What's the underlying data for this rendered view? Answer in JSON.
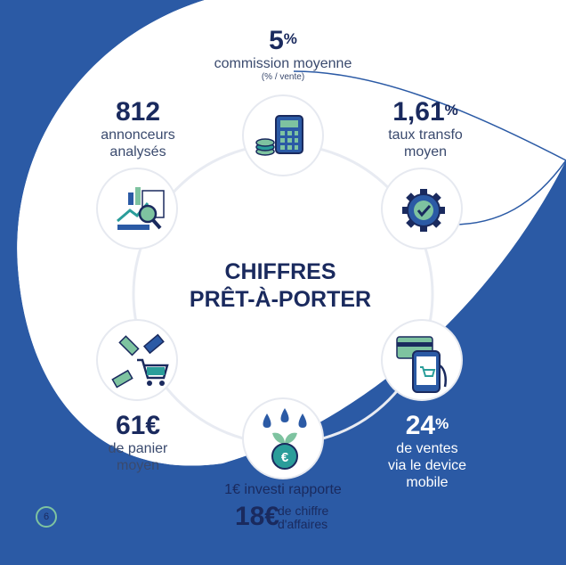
{
  "title": {
    "line1": "CHIFFRES",
    "line2": "PRÊT-À-PORTER"
  },
  "stats": {
    "commission": {
      "value": "5",
      "unit": "%",
      "label": "commission moyenne",
      "sublabel": "(% / vente)"
    },
    "conversion": {
      "value": "1,61",
      "unit": "%",
      "label_line1": "taux transfo",
      "label_line2": "moyen"
    },
    "advertisers": {
      "value": "812",
      "label_line1": "annonceurs",
      "label_line2": "analysés"
    },
    "basket": {
      "value": "61€",
      "label_line1": "de panier",
      "label_line2": "moyen"
    },
    "mobile": {
      "value": "24",
      "unit": "%",
      "label_line1": "de ventes",
      "label_line2": "via le device",
      "label_line3": "mobile"
    },
    "roi": {
      "label": "1€ investi rapporte",
      "value": "18€",
      "label_line1": "de chiffre",
      "label_line2": "d'affaires"
    }
  },
  "icons": {
    "top": "calculator-coins-icon",
    "right": "gear-check-icon",
    "left": "analytics-magnifier-icon",
    "bottom_left": "price-tags-cart-icon",
    "bottom": "euro-growth-plant-icon",
    "bottom_right": "mobile-payment-icon"
  },
  "colors": {
    "navy": "#1a2a5e",
    "blue": "#2b5aa5",
    "green": "#7ec3a0",
    "teal": "#2a9d9a"
  },
  "page_number": "6"
}
